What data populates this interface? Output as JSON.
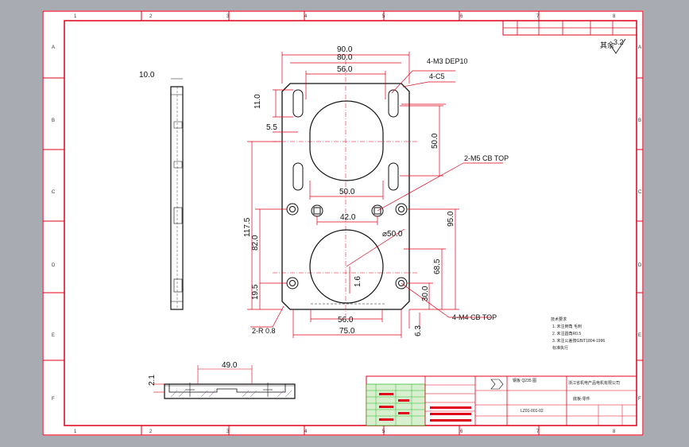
{
  "zone_labels": {
    "top": [
      "1",
      "2",
      "3",
      "4",
      "5",
      "6",
      "7",
      "8"
    ],
    "side": [
      "A",
      "B",
      "C",
      "D",
      "E",
      "F"
    ]
  },
  "dimensions": {
    "thickness": "10.0",
    "w90": "90.0",
    "w80": "80.0",
    "w56_top": "56.0",
    "h11": "11.0",
    "w5_5": "5.5",
    "h50_right": "50.0",
    "w50_slot": "50.0",
    "h117_5": "117.5",
    "h82": "82.0",
    "h19_5": "19.5",
    "w42": "42.0",
    "dia50": "⌀50.0",
    "v1_6": "1.6",
    "h95": "95.0",
    "h68_5": "68.5",
    "h30": "30.0",
    "w56_bottom": "56.0",
    "w75": "75.0",
    "h6_3": "6.3",
    "side_h2_1": "2.1",
    "side_w49": "49.0"
  },
  "callouts": {
    "m3": "4-M3 DEP10",
    "c5": "4-C5",
    "m5": "2-M5 CB TOP",
    "m4": "4-M4 CB TOP",
    "r08": "2-R 0.8"
  },
  "notes": {
    "roughness_prefix": "其余",
    "roughness_value": "3.2",
    "heading": "技术要求",
    "lines": [
      "1. 未注倒角 毛刺",
      "2. 未注圆角R0.5",
      "3. 未注公差按GB/T1804-1996",
      "  标准执行"
    ]
  },
  "title_block": {
    "company": "浙江省机电产品电机有限公司",
    "part_name": "底板-零件",
    "drawing_no": "LZ01-001-02",
    "highlight": "钢板 Q235 图"
  }
}
